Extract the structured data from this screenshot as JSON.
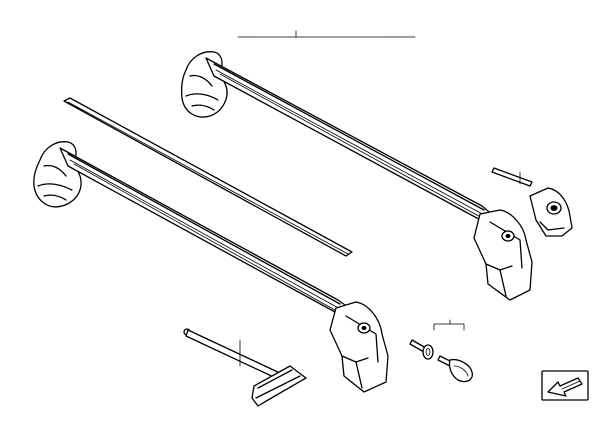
{
  "diagram": {
    "parts": [
      {
        "id": "rear-crossbar",
        "icon": "roof-rack-bar"
      },
      {
        "id": "front-crossbar",
        "icon": "roof-rack-bar"
      },
      {
        "id": "rubber-strip",
        "icon": "strip"
      },
      {
        "id": "mounting-foot-cover",
        "icon": "foot-cover"
      },
      {
        "id": "torque-key",
        "icon": "t-handle-key"
      },
      {
        "id": "lock-cylinder",
        "icon": "lock"
      },
      {
        "id": "lock-key",
        "icon": "key"
      }
    ],
    "colors": {
      "line": "#000000",
      "background": "#ffffff"
    },
    "nav_icon": "arrow-icon"
  }
}
